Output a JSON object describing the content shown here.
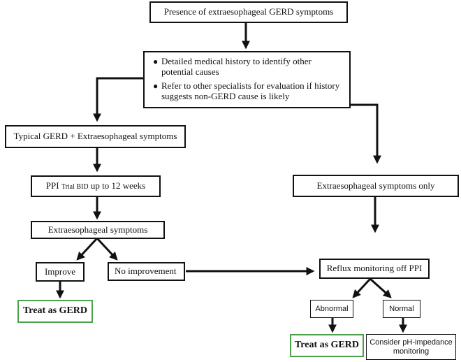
{
  "nodes": {
    "presence": "Presence of extraesophageal GERD symptoms",
    "history_bullets": [
      "Detailed medical history to identify other potential causes",
      "Refer to other specialists for evaluation if history suggests  non-GERD cause is likely"
    ],
    "typical": "Typical GERD + Extraesophageal symptoms",
    "ppi_pre": "PPI ",
    "ppi_small": "Trial BID",
    "ppi_post": " up to 12 weeks",
    "extra_symptoms": "Extraesophageal symptoms",
    "improve": "Improve",
    "no_improvement": "No improvement",
    "treat_left": "Treat as GERD",
    "extra_only": "Extraesophageal symptoms only",
    "reflux": "Reflux monitoring off PPI",
    "abnormal": "Abnormal",
    "normal": "Normal",
    "treat_right": "Treat as GERD",
    "consider": "Consider pH-impedance monitoring"
  },
  "colors": {
    "line": "#111111",
    "treat_border": "#4ea24a"
  }
}
